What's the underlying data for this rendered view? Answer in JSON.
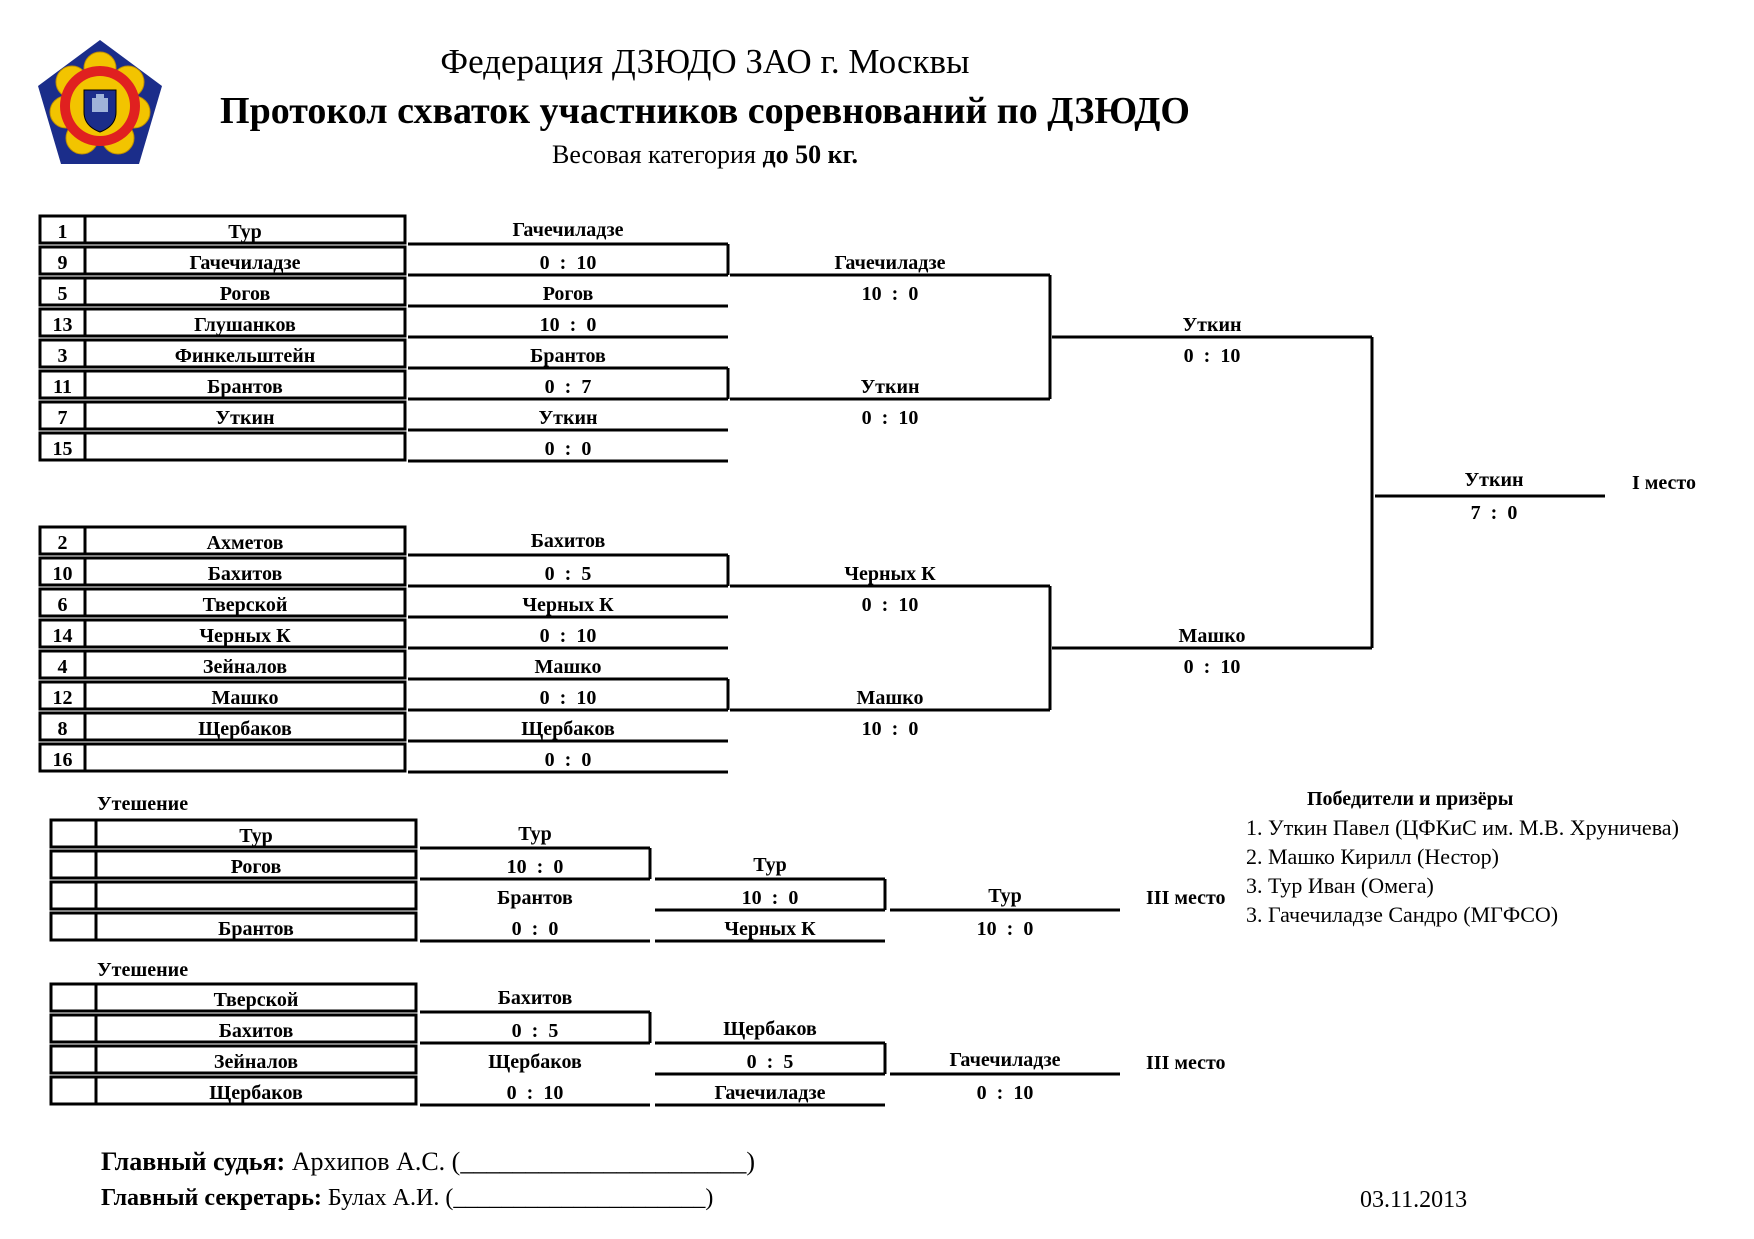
{
  "header": {
    "federation": "Федерация ДЗЮДО ЗАО г. Москвы",
    "title": "Протокол схваток участников соревнований по ДЗЮДО",
    "weight_prefix": "Весовая категория ",
    "weight_value": "до 50 кг."
  },
  "logo": {
    "icon": "judo-federation-emblem-icon",
    "colors": {
      "outer": "#1b2d8a",
      "petal": "#f2c400",
      "ring": "#e02020"
    }
  },
  "pool_a": {
    "seeds": [
      {
        "num": "1",
        "name": "Тур"
      },
      {
        "num": "9",
        "name": "Гачечиладзе"
      },
      {
        "num": "5",
        "name": "Рогов"
      },
      {
        "num": "13",
        "name": "Глушанков"
      },
      {
        "num": "3",
        "name": "Финкельштейн"
      },
      {
        "num": "11",
        "name": "Брантов"
      },
      {
        "num": "7",
        "name": "Уткин"
      },
      {
        "num": "15",
        "name": ""
      }
    ],
    "round1": [
      {
        "winner": "Гачечиладзе",
        "score": "0  :  10"
      },
      {
        "winner": "Рогов",
        "score": "10  :  0"
      },
      {
        "winner": "Брантов",
        "score": "0  :  7"
      },
      {
        "winner": "Уткин",
        "score": "0  :  0"
      }
    ],
    "round2": [
      {
        "winner": "Гачечиладзе",
        "score": "10  :  0"
      },
      {
        "winner": "Уткин",
        "score": "0  :  10"
      }
    ],
    "final": {
      "winner": "Уткин",
      "score": "0  :  10"
    }
  },
  "pool_b": {
    "seeds": [
      {
        "num": "2",
        "name": "Ахметов"
      },
      {
        "num": "10",
        "name": "Бахитов"
      },
      {
        "num": "6",
        "name": "Тверской"
      },
      {
        "num": "14",
        "name": "Черных К"
      },
      {
        "num": "4",
        "name": "Зейналов"
      },
      {
        "num": "12",
        "name": "Машко"
      },
      {
        "num": "8",
        "name": "Щербаков"
      },
      {
        "num": "16",
        "name": ""
      }
    ],
    "round1": [
      {
        "winner": "Бахитов",
        "score": "0  :  5"
      },
      {
        "winner": "Черных К",
        "score": "0  :  10"
      },
      {
        "winner": "Машко",
        "score": "0  :  10"
      },
      {
        "winner": "Щербаков",
        "score": "0  :  0"
      }
    ],
    "round2": [
      {
        "winner": "Черных К",
        "score": "0  :  10"
      },
      {
        "winner": "Машко",
        "score": "10  :  0"
      }
    ],
    "final": {
      "winner": "Машко",
      "score": "0  :  10"
    }
  },
  "grand_final": {
    "winner": "Уткин",
    "score": "7  :  0",
    "place": "I место"
  },
  "repechage_a": {
    "label": "Утешение",
    "seeds": [
      "Тур",
      "Рогов",
      "",
      "Брантов"
    ],
    "r1": [
      {
        "winner": "Тур",
        "score": "10  :  0"
      },
      {
        "winner": "Брантов",
        "score": "0  :  0"
      }
    ],
    "r2": {
      "winner": "Тур",
      "score": "10  :  0"
    },
    "r2_bottom": "Черных К",
    "r3": {
      "winner": "Тур",
      "score": "10  :  0"
    },
    "place": "III место"
  },
  "repechage_b": {
    "label": "Утешение",
    "seeds": [
      "Тверской",
      "Бахитов",
      "Зейналов",
      "Щербаков"
    ],
    "r1": [
      {
        "winner": "Бахитов",
        "score": "0  :  5"
      },
      {
        "winner": "Щербаков",
        "score": "0  :  10"
      }
    ],
    "r2": {
      "winner": "Щербаков",
      "score": "0  :  5"
    },
    "r2_bottom": "Гачечиладзе",
    "r3": {
      "winner": "Гачечиладзе",
      "score": "0  :  10"
    },
    "place": "III место"
  },
  "winners": {
    "title": "Победители и призёры",
    "list": [
      "1. Уткин Павел (ЦФКиС им. М.В. Хруничева)",
      "2. Машко Кирилл (Нестор)",
      "3. Тур Иван (Омега)",
      "3. Гачечиладзе Сандро (МГФСО)"
    ]
  },
  "footer": {
    "judge_label": "Главный судья:",
    "judge_value": " Архипов А.С. (______________________)",
    "secretary_label": "Главный секретарь:",
    "secretary_value": " Булах А.И. (_____________________)",
    "date": "03.11.2013"
  }
}
